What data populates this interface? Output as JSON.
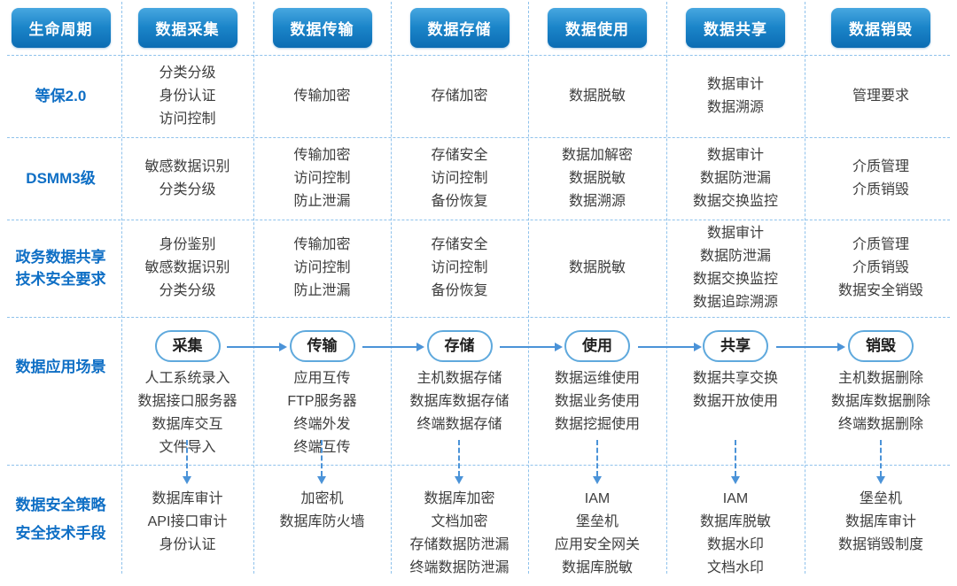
{
  "palette": {
    "header_gradient_top": "#47a7e0",
    "header_gradient_bottom": "#0b6cb3",
    "label_blue": "#0f6fc5",
    "arrow_blue": "#4b93d8",
    "dashed_line_blue": "#8fc2ec",
    "body_text": "#3d3d3d",
    "pill_border": "#5fa9dd"
  },
  "header": {
    "ids": [
      "lifecycle",
      "collection",
      "transmission",
      "storage",
      "usage",
      "sharing",
      "destruction"
    ],
    "columns": [
      "生命周期",
      "数据采集",
      "数据传输",
      "数据存储",
      "数据使用",
      "数据共享",
      "数据销毁"
    ]
  },
  "bands": [
    {
      "id": "dengbao20",
      "label_lines": [
        "等保2.0"
      ],
      "cells": [
        [
          "分类分级",
          "身份认证",
          "访问控制"
        ],
        [
          "传输加密"
        ],
        [
          "存储加密"
        ],
        [
          "数据脱敏"
        ],
        [
          "数据审计",
          "数据溯源"
        ],
        [
          "管理要求"
        ]
      ]
    },
    {
      "id": "dsmm3",
      "label_lines": [
        "DSMM3级"
      ],
      "cells": [
        [
          "敏感数据识别",
          "分类分级"
        ],
        [
          "传输加密",
          "访问控制",
          "防止泄漏"
        ],
        [
          "存储安全",
          "访问控制",
          "备份恢复"
        ],
        [
          "数据加解密",
          "数据脱敏",
          "数据溯源"
        ],
        [
          "数据审计",
          "数据防泄漏",
          "数据交换监控"
        ],
        [
          "介质管理",
          "介质销毁"
        ]
      ]
    },
    {
      "id": "gov-share-security",
      "label_lines": [
        "政务数据共享",
        "技术安全要求"
      ],
      "cells": [
        [
          "身份鉴别",
          "敏感数据识别",
          "分类分级"
        ],
        [
          "传输加密",
          "访问控制",
          "防止泄漏"
        ],
        [
          "存储安全",
          "访问控制",
          "备份恢复"
        ],
        [
          "数据脱敏"
        ],
        [
          "数据审计",
          "数据防泄漏",
          "数据交换监控",
          "数据追踪溯源"
        ],
        [
          "介质管理",
          "介质销毁",
          "数据安全销毁"
        ]
      ]
    }
  ],
  "scenario": {
    "label_lines": [
      "数据应用场景"
    ],
    "stages": [
      {
        "id": "collection",
        "name": "采集",
        "items": [
          "人工系统录入",
          "数据接口服务器",
          "数据库交互",
          "文件导入"
        ]
      },
      {
        "id": "transmission",
        "name": "传输",
        "items": [
          "应用互传",
          "FTP服务器",
          "终端外发",
          "终端互传"
        ]
      },
      {
        "id": "storage",
        "name": "存储",
        "items": [
          "主机数据存储",
          "数据库数据存储",
          "终端数据存储"
        ]
      },
      {
        "id": "usage",
        "name": "使用",
        "items": [
          "数据运维使用",
          "数据业务使用",
          "数据挖掘使用"
        ]
      },
      {
        "id": "sharing",
        "name": "共享",
        "items": [
          "数据共享交换",
          "数据开放使用"
        ]
      },
      {
        "id": "destruction",
        "name": "销毁",
        "items": [
          "主机数据删除",
          "数据库数据删除",
          "终端数据删除"
        ]
      }
    ]
  },
  "measures": {
    "id": "security-measures",
    "label_lines": [
      "数据安全策略",
      "安全技术手段"
    ],
    "cells": [
      [
        "数据库审计",
        "API接口审计",
        "身份认证"
      ],
      [
        "加密机",
        "数据库防火墙"
      ],
      [
        "数据库加密",
        "文档加密",
        "存储数据防泄漏",
        "终端数据防泄漏"
      ],
      [
        "IAM",
        "堡垒机",
        "应用安全网关",
        "数据库脱敏"
      ],
      [
        "IAM",
        "数据库脱敏",
        "数据水印",
        "文档水印"
      ],
      [
        "堡垒机",
        "数据库审计",
        "数据销毁制度"
      ]
    ]
  }
}
